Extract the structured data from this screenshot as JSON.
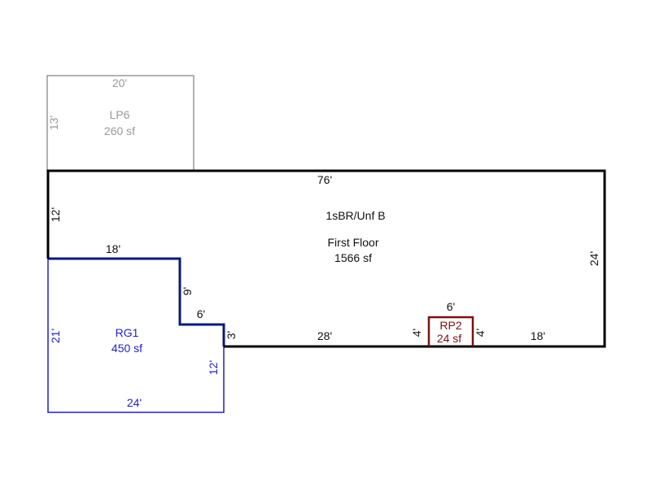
{
  "colors": {
    "main": "#000000",
    "lp6": "#999999",
    "rg1": "#1f1fc8",
    "rg1_shared": "#0a1a78",
    "rp2": "#7a1010",
    "text": "#111111"
  },
  "areas": {
    "lp6": {
      "name": "LP6",
      "area": "260 sf",
      "dim_top": "20'",
      "dim_left": "13'"
    },
    "main": {
      "name": "1sBR/Unf B",
      "floor": "First Floor",
      "area": "1566 sf"
    },
    "rg1": {
      "name": "RG1",
      "area": "450 sf"
    },
    "rp2": {
      "name": "RP2",
      "area": "24 sf"
    }
  },
  "dimensions": {
    "top": "76'",
    "left_upper": "12'",
    "right": "24'",
    "notch_top": "18'",
    "notch_vertical": "9'",
    "notch_step": "6'",
    "step_vertical": "3'",
    "bottom_middle": "28'",
    "rp2_left": "4'",
    "rp2_top": "6'",
    "rp2_right": "4'",
    "bottom_right": "18'",
    "rg1_left": "21'",
    "rg1_right": "12'",
    "rg1_bottom": "24'"
  }
}
